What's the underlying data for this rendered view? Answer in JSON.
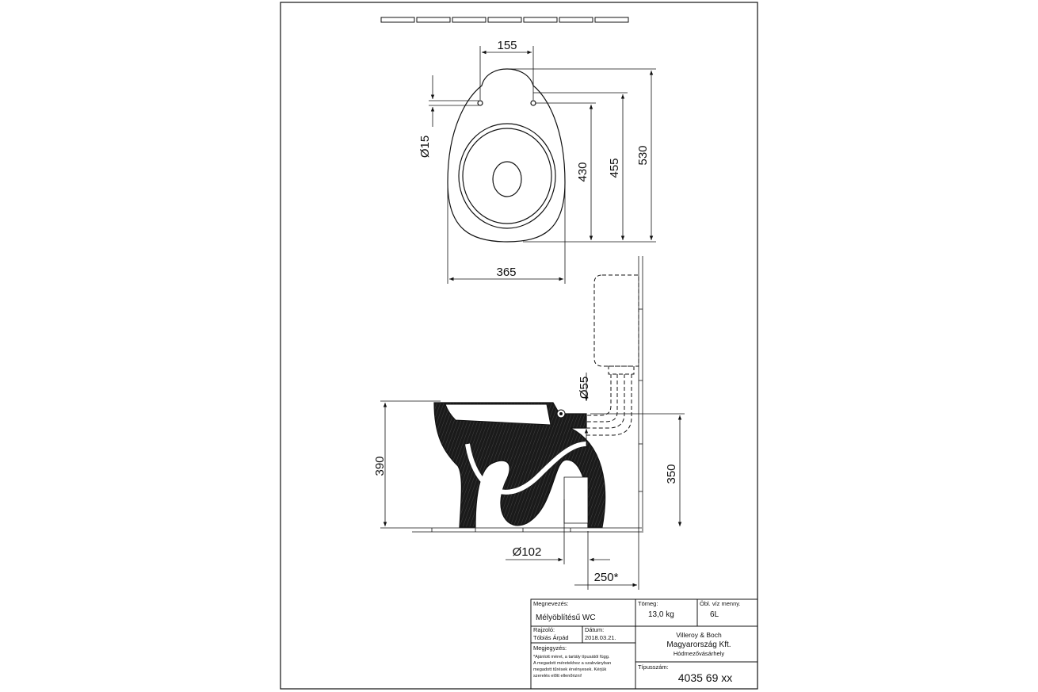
{
  "dimensions": {
    "d155": "155",
    "d15": "Ø15",
    "d430": "430",
    "d455": "455",
    "d530": "530",
    "d365": "365",
    "d55": "Ø55",
    "d390": "390",
    "d350": "350",
    "d102": "Ø102",
    "d250": "250*"
  },
  "title_block": {
    "name_label": "Megnevezés:",
    "name_value": "Mélyöblítésű WC",
    "weight_label": "Tömeg:",
    "weight_value": "13,0 kg",
    "flush_label": "Öbl. víz menny.",
    "flush_value": "6L",
    "drawer_label": "Rajzoló:",
    "drawer_value": "Tóbiás Árpád",
    "date_label": "Dátum:",
    "date_value": "2018.03.21.",
    "notes_label": "Megjegyzés:",
    "notes_lines": [
      "*Ajánlott méret, a tartály típusától függ.",
      "A megadott méretekhez a szabványban",
      "megadott tűrések érvényesek. Kérjük",
      "szerelés előtt ellenőrizni!"
    ],
    "company_line1": "Villeroy & Boch",
    "company_line2": "Magyarország Kft.",
    "company_line3": "Hódmezővásárhely",
    "type_label": "Típusszám:",
    "type_value": "4035 69 xx"
  }
}
